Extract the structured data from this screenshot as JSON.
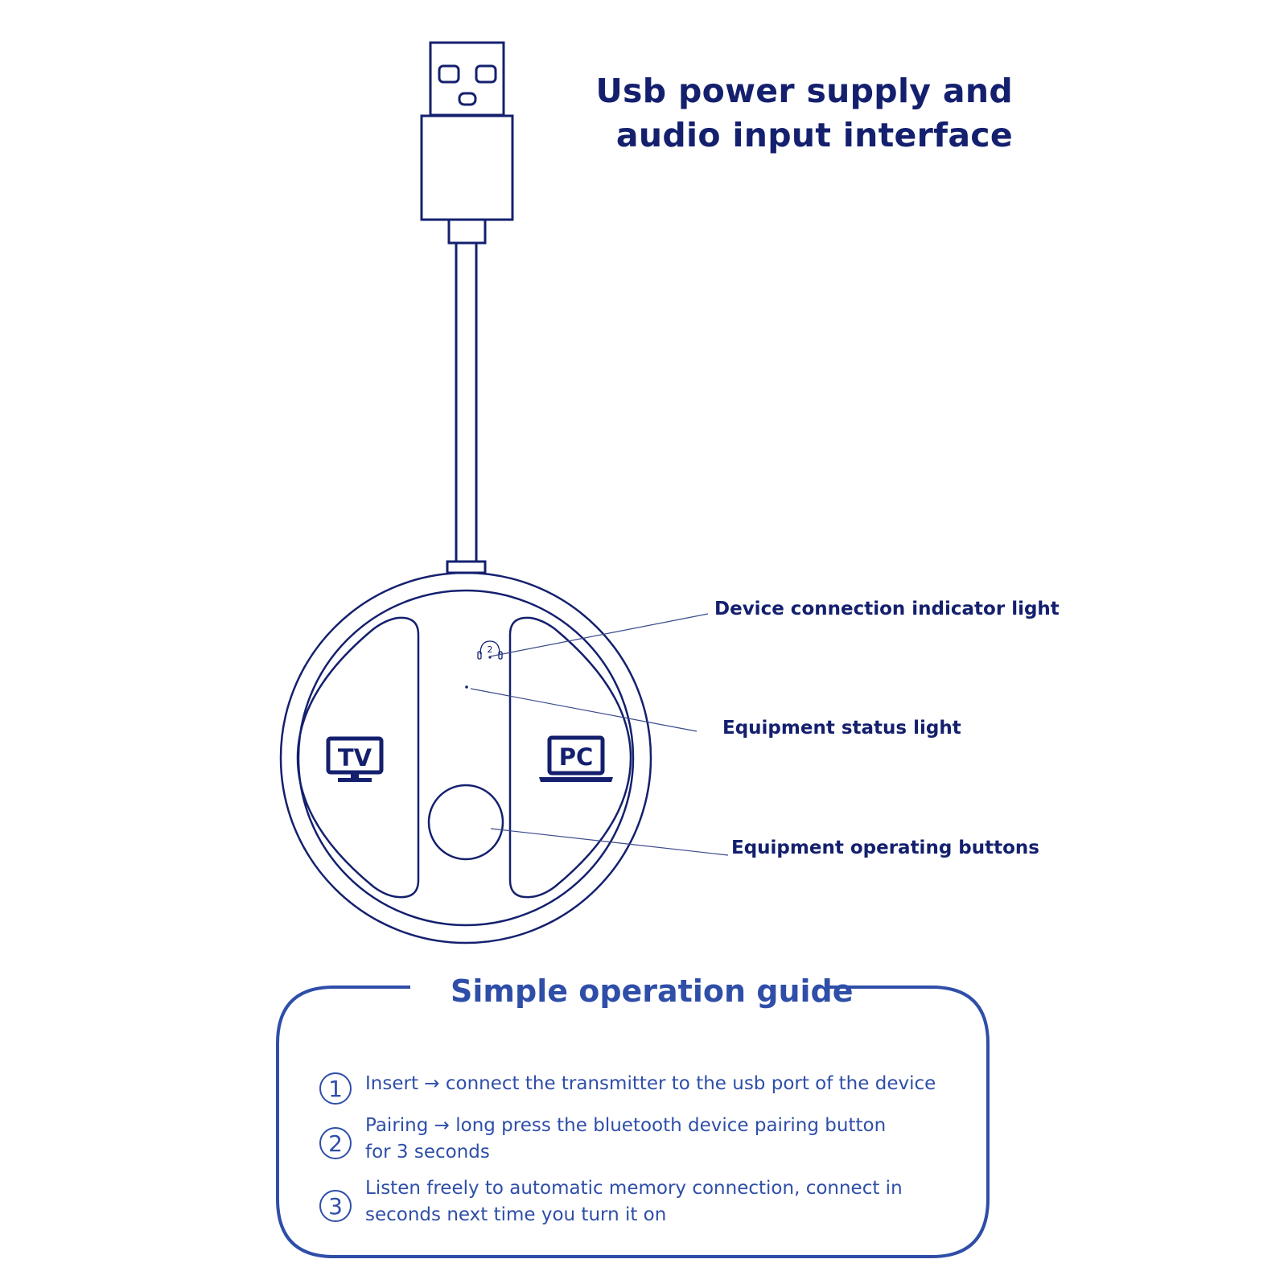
{
  "title": {
    "line1": "Usb power supply and",
    "line2": "audio input interface"
  },
  "device": {
    "left_icon_label": "TV",
    "right_icon_label": "PC",
    "indicator_icon_digit": "2"
  },
  "callouts": {
    "connection_light": "Device connection indicator light",
    "status_light": "Equipment status light",
    "operating_buttons": "Equipment operating buttons"
  },
  "guide": {
    "title": "Simple operation guide",
    "steps": [
      {
        "number": "1",
        "text": "Insert → connect the transmitter to the usb port of the device"
      },
      {
        "number": "2",
        "text": "Pairing → long press the bluetooth device pairing button\nfor 3 seconds"
      },
      {
        "number": "3",
        "text": "Listen freely to automatic memory connection, connect in\nseconds next time you turn it on"
      }
    ]
  },
  "colors": {
    "line": "#14206e",
    "guide": "#2f4ea8"
  }
}
